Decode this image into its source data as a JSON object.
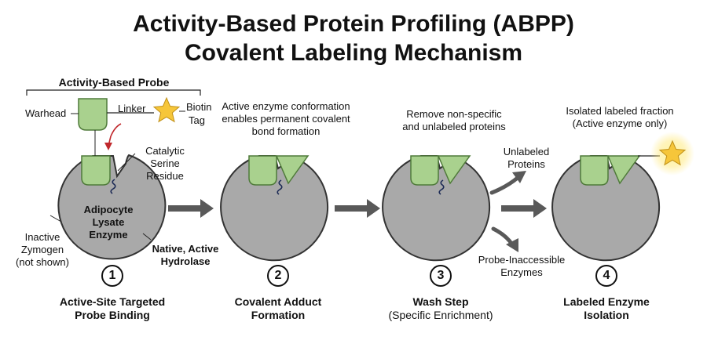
{
  "title": {
    "line1": "Activity-Based Protein Profiling (ABPP)",
    "line2": "Covalent Labeling Mechanism"
  },
  "probe": {
    "header": "Activity-Based Probe",
    "warhead": "Warhead",
    "linker": "Linker",
    "tag_line1": "Biotin",
    "tag_line2": "Tag"
  },
  "step1": {
    "residue_line1": "Catalytic",
    "residue_line2": "Serine",
    "residue_line3": "Residue",
    "enzyme_line1": "Adipocyte",
    "enzyme_line2": "Lysate",
    "enzyme_line3": "Enzyme",
    "inactive_line1": "Inactive",
    "inactive_line2": "Zymogen",
    "inactive_line3": "(not shown)",
    "native_line1": "Native, Active",
    "native_line2": "Hydrolase",
    "number": "1",
    "caption_line1": "Active-Site Targeted",
    "caption_line2": "Probe Binding"
  },
  "step2": {
    "note_line1": "Active enzyme conformation",
    "note_line2": "enables permanent covalent",
    "note_line3": "bond formation",
    "number": "2",
    "caption_line1": "Covalent Adduct",
    "caption_line2": "Formation"
  },
  "step3": {
    "note_line1": "Remove non-specific",
    "note_line2": "and unlabeled proteins",
    "unlabeled_line1": "Unlabeled",
    "unlabeled_line2": "Proteins",
    "inaccessible_line1": "Probe-Inaccessible",
    "inaccessible_line2": "Enzymes",
    "number": "3",
    "caption_line1": "Wash Step",
    "caption_line2": "(Specific Enrichment)"
  },
  "step4": {
    "note_line1": "Isolated labeled fraction",
    "note_line2": "(Active enzyme only)",
    "number": "4",
    "caption_line1": "Labeled Enzyme",
    "caption_line2": "Isolation"
  },
  "colors": {
    "enzyme": "#a9a9a9",
    "probe": "#a9d18e",
    "star": "#f6c63a",
    "arrow": "#595959",
    "red_arrow": "#c0282c"
  }
}
